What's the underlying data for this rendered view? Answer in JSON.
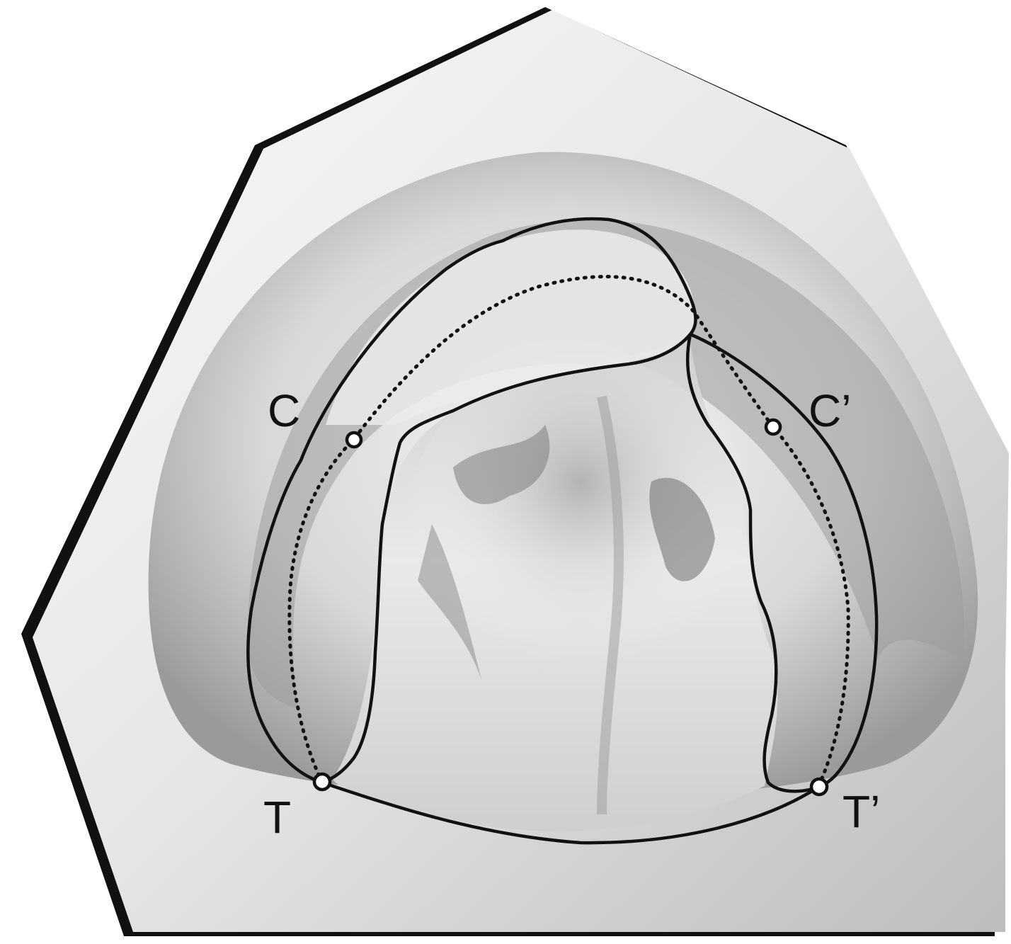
{
  "labels": {
    "C": "C",
    "C_prime": "C’",
    "T": "T",
    "T_prime": "T’"
  },
  "colors": {
    "outline": "#111111",
    "cast_light": "#efefef",
    "cast_mid": "#c9c9c9",
    "cast_dark": "#8e8e8e",
    "palate_shadow": "#6a6a6a",
    "background": "#ffffff"
  }
}
